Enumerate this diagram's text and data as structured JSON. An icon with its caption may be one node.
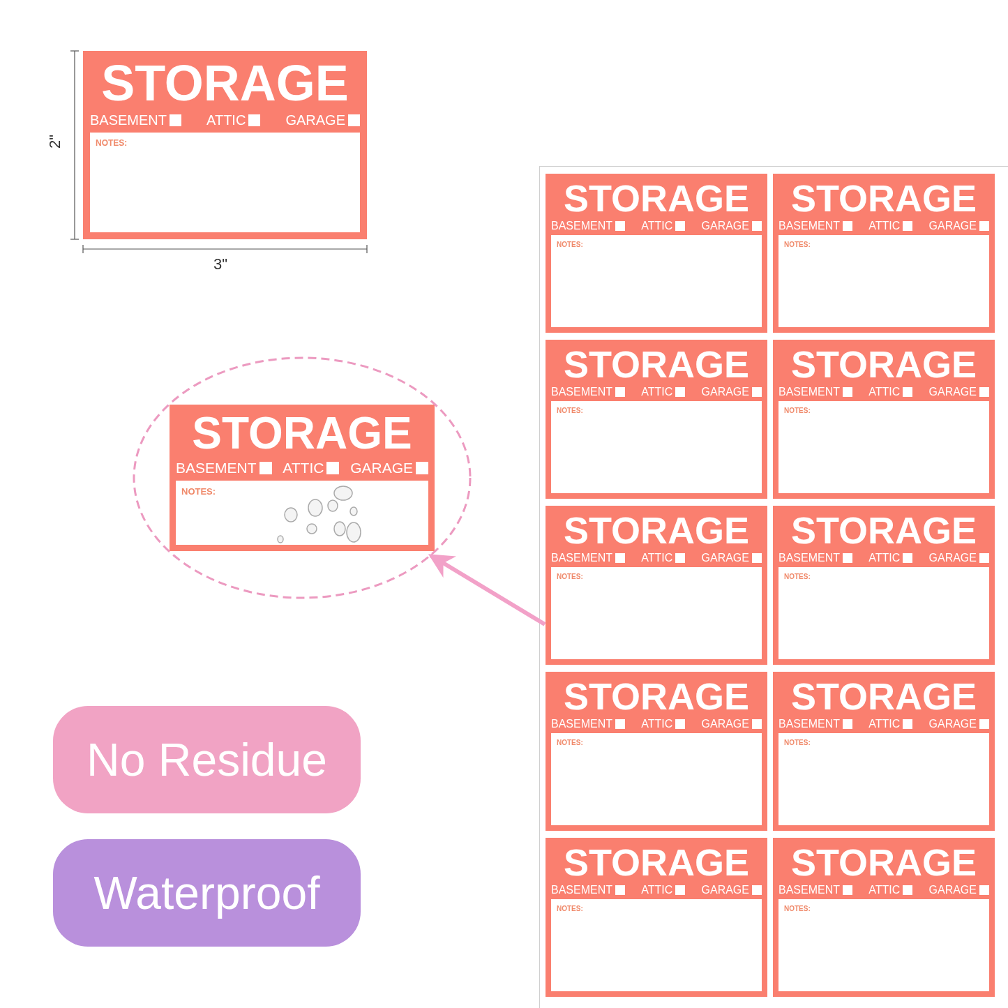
{
  "diagram": {
    "nodes": [
      {
        "text": [
          "STORAGE",
          "BASEMENT",
          "ATTIC",
          "GARAGE",
          "NOTES:"
        ]
      },
      {
        "text": [
          "STORAGE",
          "BASEMENT",
          "ATTIC",
          "GARAGE",
          "NOTES:"
        ]
      },
      {
        "text": [
          "No Residue"
        ]
      },
      {
        "text": [
          "Waterproof"
        ]
      },
      {
        "text": [],
        "shape": "box"
      },
      {
        "text": [
          "STORAGE",
          "BASEMENT",
          "ATTIC",
          "GARAGE",
          "NOTES:"
        ],
        "in": 4
      },
      {
        "text": [
          "STORAGE",
          "BASEMENT",
          "ATTIC",
          "GARAGE",
          "NOTES:"
        ],
        "in": 4
      },
      {
        "text": [
          "STORAGE",
          "BASEMENT",
          "ATTIC",
          "GARAGE",
          "NOTES:"
        ],
        "in": 4
      },
      {
        "text": [
          "STORAGE",
          "BASEMENT",
          "ATTIC",
          "GARAGE",
          "NOTES:"
        ],
        "in": 4
      },
      {
        "text": [
          "STORAGE",
          "BASEMENT",
          "ATTIC",
          "GARAGE",
          "NOTES:"
        ],
        "in": 4
      },
      {
        "text": [
          "STORAGE",
          "BASEMENT",
          "ATTIC",
          "GARAGE",
          "NOTES:"
        ],
        "in": 4
      },
      {
        "text": [
          "STORAGE",
          "BASEMENT",
          "ATTIC",
          "GARAGE",
          "NOTES:"
        ],
        "in": 4
      },
      {
        "text": [
          "STORAGE",
          "BASEMENT",
          "ATTIC",
          "GARAGE",
          "NOTES:"
        ],
        "in": 4
      },
      {
        "text": [
          "STORAGE",
          "BASEMENT",
          "ATTIC",
          "GARAGE",
          "NOTES:"
        ],
        "in": 4
      },
      {
        "text": [
          "STORAGE",
          "BASEMENT",
          "ATTIC",
          "GARAGE",
          "NOTES:"
        ],
        "in": 4
      }
    ],
    "edges": [
      {
        "from": 9,
        "to": 1,
        "arrow": "to"
      }
    ],
    "labels": [
      "2\"",
      "3\""
    ]
  }
}
